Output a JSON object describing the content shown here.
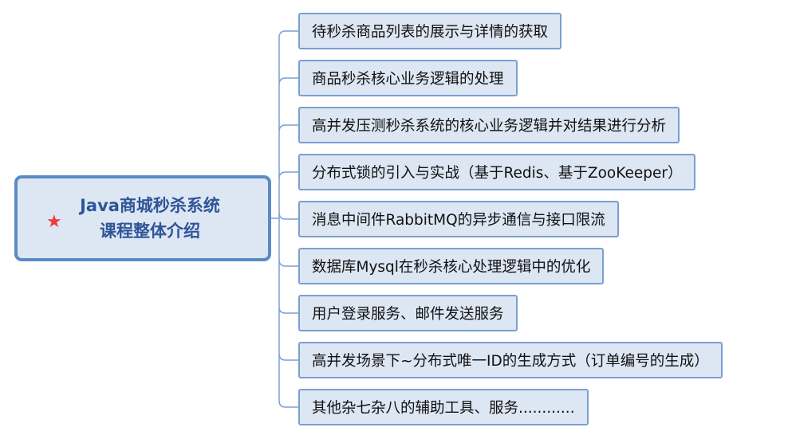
{
  "root": {
    "line1": "Java商城秒杀系统",
    "line2": "课程整体介绍",
    "icon": "star-icon",
    "accent": "#5b8ac7",
    "title_color": "#2f5597"
  },
  "topics": [
    "待秒杀商品列表的展示与详情的获取",
    "商品秒杀核心业务逻辑的处理",
    "高并发压测秒杀系统的核心业务逻辑并对结果进行分析",
    "分布式锁的引入与实战（基于Redis、基于ZooKeeper）",
    "消息中间件RabbitMQ的异步通信与接口限流",
    "数据库Mysql在秒杀核心处理逻辑中的优化",
    "用户登录服务、邮件发送服务",
    "高并发场景下~分布式唯一ID的生成方式（订单编号的生成）",
    "其他杂七杂八的辅助工具、服务............"
  ],
  "colors": {
    "node_fill": "#dde6f3",
    "node_border": "#7a9fd1",
    "connector": "#7a9fd1",
    "star": "#ee3b3b"
  }
}
